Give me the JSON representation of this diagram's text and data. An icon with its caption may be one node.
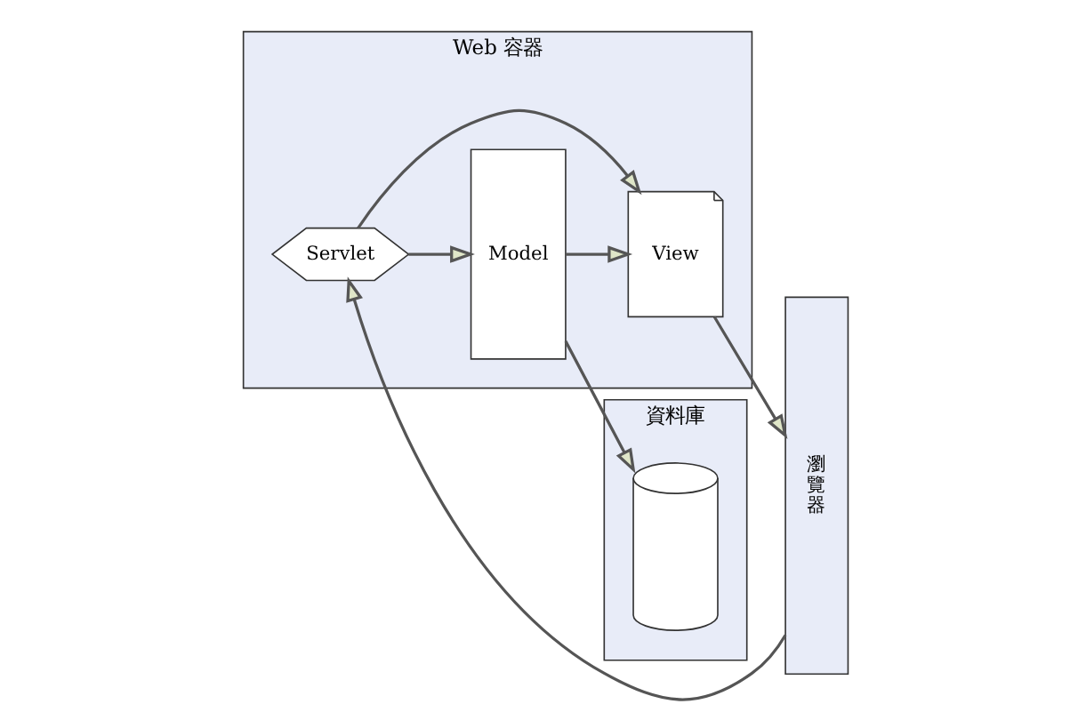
{
  "diagram": {
    "nodes": [
      {
        "text": [
          "瀏覽器"
        ]
      },
      {
        "text": [
          "Web 容器"
        ]
      },
      {
        "text": [
          "Servlet"
        ],
        "in": 1
      },
      {
        "text": [
          "Model"
        ],
        "in": 1
      },
      {
        "text": [
          "View"
        ],
        "in": 1
      },
      {
        "text": [
          "資料庫"
        ]
      },
      {
        "text": [],
        "shape": "cylinder",
        "in": 5
      }
    ],
    "edges": [
      {
        "from": 0,
        "to": 2,
        "arrow": "to"
      },
      {
        "from": 2,
        "to": 3,
        "arrow": "to"
      },
      {
        "from": 2,
        "to": 4,
        "arrow": "to"
      },
      {
        "from": 3,
        "to": 4,
        "arrow": "to"
      },
      {
        "from": 4,
        "to": 0,
        "arrow": "to"
      },
      {
        "from": 3,
        "to": 6,
        "arrow": "to"
      }
    ]
  }
}
